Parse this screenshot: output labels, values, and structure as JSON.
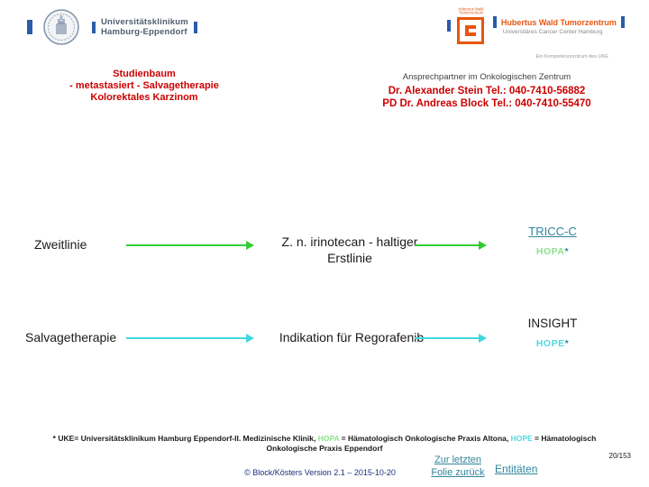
{
  "header": {
    "uke_logo": {
      "line1": "Universitätsklinikum",
      "line2": "Hamburg-Eppendorf",
      "seal_icon": "university-crest-icon"
    },
    "ucch_logo": {
      "mini_line1": "Hubertus Wald",
      "mini_line2": "Tumorzentrum",
      "title": "Hubertus Wald Tumorzentrum",
      "subtitle": "Universitäres Cancer Center Hamburg",
      "tagline": "Ein Kompetenzzentrum des UKE",
      "mark_icon": "ucch-square-c-icon"
    }
  },
  "title": {
    "line1": "Studienbaum",
    "line2": "- metastasiert - Salvagetherapie",
    "line3": "Kolorektales Karzinom"
  },
  "contact": {
    "heading": "Ansprechpartner im Onkologischen Zentrum",
    "line1": "Dr. Alexander Stein Tel.: 040-7410-56882",
    "line2": "PD Dr. Andreas Block Tel.: 040-7410-55470"
  },
  "flow": {
    "rows": [
      {
        "stage": "Zweitlinie",
        "condition_line1": "Z. n. irinotecan - haltiger",
        "condition_line2": "Erstlinie",
        "study": "TRICC-C",
        "site": "HOPA",
        "site_note": "*",
        "arrow_color": "green"
      },
      {
        "stage": "Salvagetherapie",
        "condition_line1": "Indikation für Regorafenib",
        "study": "INSIGHT",
        "site": "HOPE",
        "site_note": "*",
        "arrow_color": "cyan"
      }
    ]
  },
  "footnote": {
    "part1": "* UKE= Universitätsklinikum Hamburg Eppendorf-II. Medizinische Klinik,  ",
    "hopa": "HOPA",
    "part2": " = Hämatologisch Onkologische Praxis Altona,  ",
    "hope": "HOPE",
    "part3": " = Hämatologisch",
    "line2": "Onkologische Praxis Eppendorf"
  },
  "footer": {
    "back_link_line1": "Zur letzten",
    "back_link_line2": "Folie zurück",
    "entities_link": "Entitäten",
    "page": "20/153",
    "copyright": "© Block/Kösters Version 2.1 – 2015-10-20"
  },
  "colors": {
    "title_red": "#cc0000",
    "link_teal": "#31859c",
    "arrow_green": "#33cc33",
    "site_green": "#8fe08f",
    "arrow_cyan": "#40d8dc",
    "site_cyan": "#4fd9e0",
    "brand_blue": "#2b5ca8",
    "brand_orange": "#e8550f",
    "copyright_navy": "#1f2e7e"
  }
}
